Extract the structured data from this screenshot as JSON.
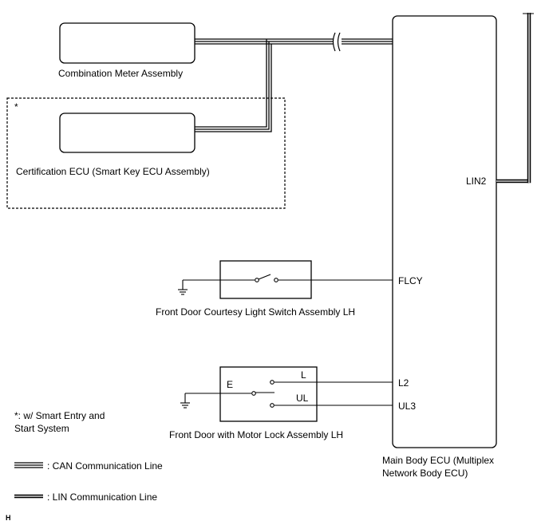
{
  "components": {
    "combination_meter": "Combination Meter Assembly",
    "certification_ecu": "Certification ECU (Smart Key ECU Assembly)",
    "courtesy_switch": "Front Door Courtesy Light Switch Assembly LH",
    "door_lock": "Front Door with Motor Lock Assembly LH",
    "main_body_ecu_line1": "Main Body ECU (Multiplex",
    "main_body_ecu_line2": "Network Body ECU)"
  },
  "optional_group": {
    "marker": "*"
  },
  "pins": {
    "lin2": "LIN2",
    "flcy": "FLCY",
    "l2": "L2",
    "ul3": "UL3"
  },
  "lock_switch_terminals": {
    "e": "E",
    "l": "L",
    "ul": "UL"
  },
  "notes": {
    "footnote_line1": "*: w/ Smart Entry and",
    "footnote_line2": "Start System"
  },
  "legend": {
    "can_label": ": CAN Communication Line",
    "lin_label": ": LIN Communication Line"
  },
  "corner_mark": "H"
}
